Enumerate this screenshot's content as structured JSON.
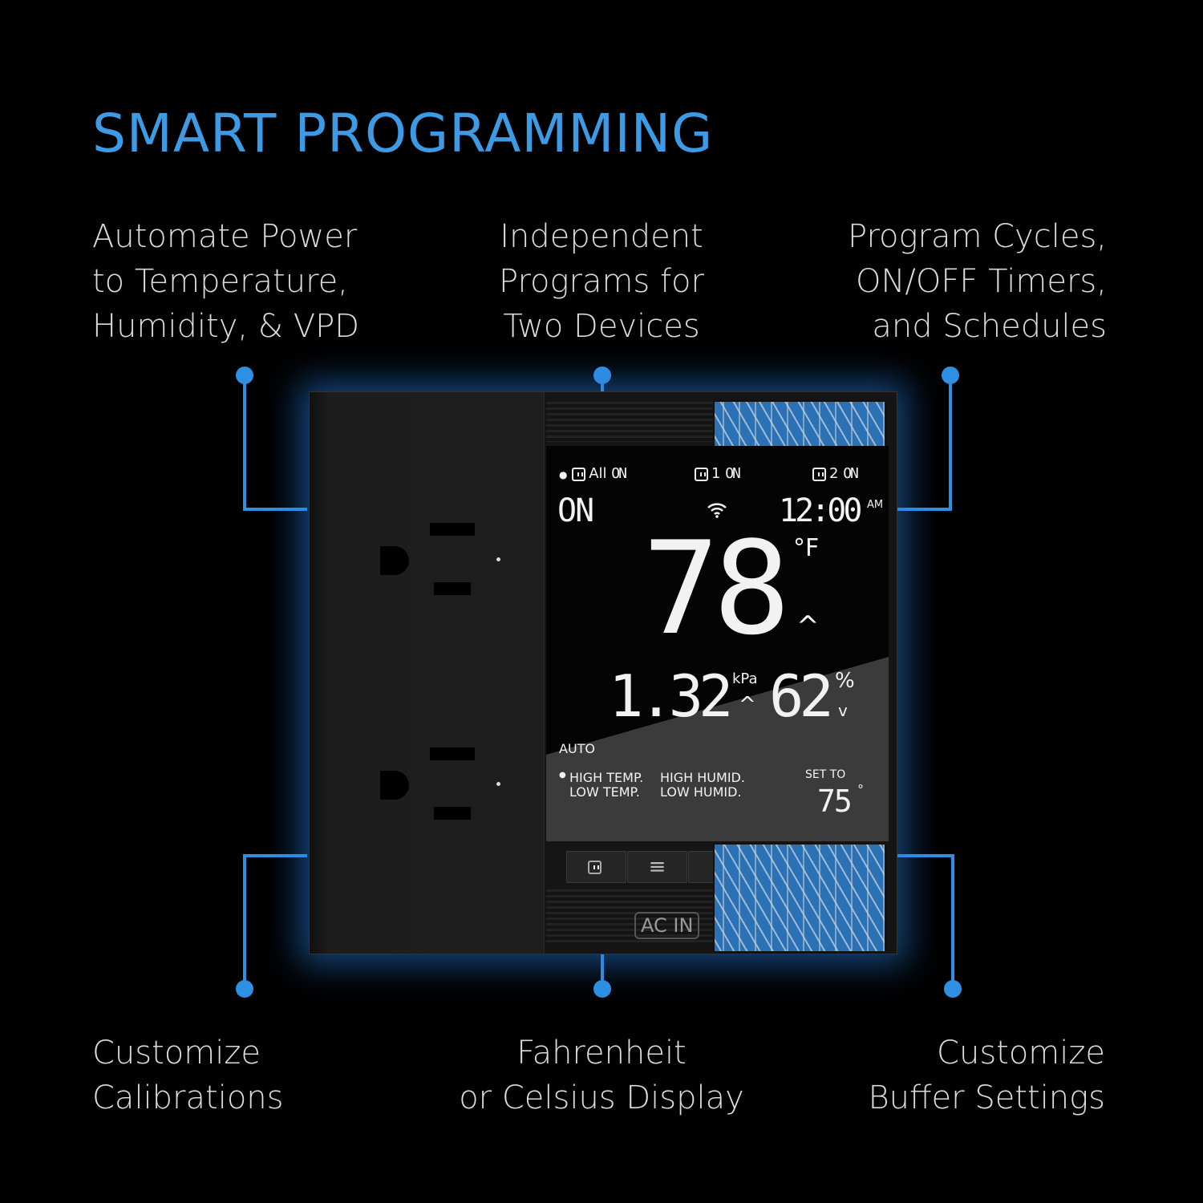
{
  "title": "SMART PROGRAMMING",
  "features_top": [
    {
      "text": "Automate Power\nto Temperature,\nHumidity, & VPD"
    },
    {
      "text": "Independent\nPrograms for\nTwo Devices"
    },
    {
      "text": "Program Cycles,\nON/OFF Timers,\nand Schedules"
    }
  ],
  "features_bottom": [
    {
      "text": "Customize\nCalibrations"
    },
    {
      "text": "Fahrenheit\nor Celsius Display"
    },
    {
      "text": "Customize\nBuffer Settings"
    }
  ],
  "accent_color": "#2f8fe3",
  "display": {
    "outlet_all": "All",
    "outlet_all_state": "ON",
    "outlet_1": "1",
    "outlet_1_state": "ON",
    "outlet_2": "2",
    "outlet_2_state": "ON",
    "power_state": "ON",
    "time": "12:00",
    "meridiem": "AM",
    "temperature": "78",
    "temp_unit": "°F",
    "temp_trend": "^",
    "vpd": "1.32",
    "vpd_unit": "kPa",
    "vpd_trend": "^",
    "humidity": "62",
    "humidity_unit": "%",
    "humidity_trend": "v",
    "mode": "AUTO",
    "high_temp": "HIGH TEMP.",
    "low_temp": "LOW TEMP.",
    "high_humid": "HIGH HUMID.",
    "low_humid": "LOW HUMID.",
    "set_to_label": "SET TO",
    "set_to_value": "75",
    "set_to_unit": "°"
  },
  "device": {
    "buttons": [
      "outlet",
      "menu"
    ],
    "menu_glyph": "≡",
    "ac_in_label": "AC IN"
  }
}
